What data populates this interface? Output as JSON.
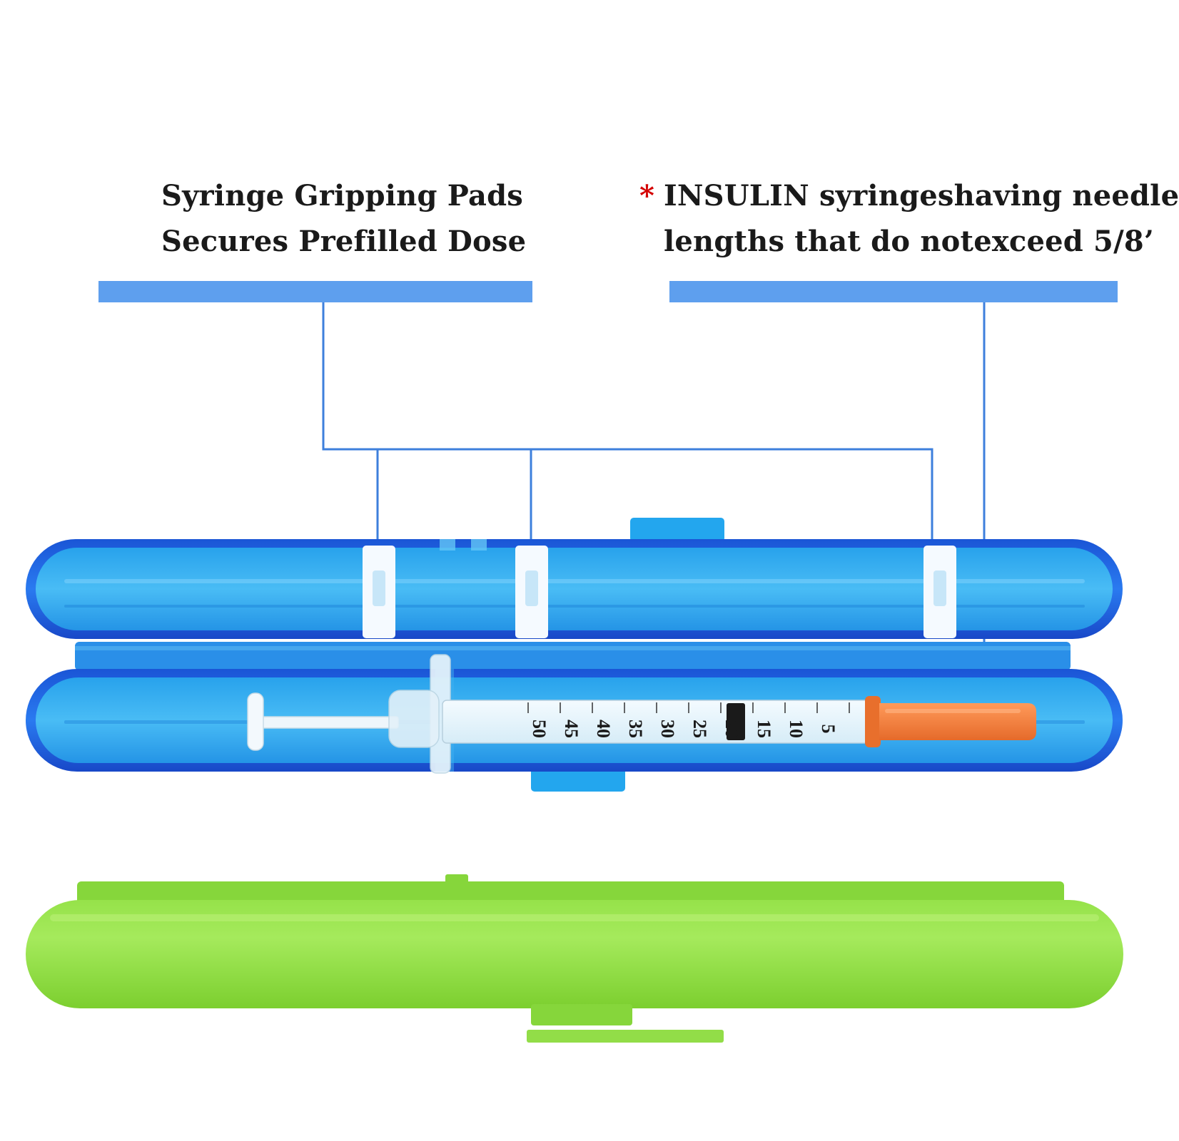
{
  "annotations": {
    "left": {
      "line1": "Syringe Gripping Pads",
      "line2": "Secures Prefilled Dose"
    },
    "right": {
      "asterisk": "*",
      "line1": "INSULIN syringeshaving needle",
      "line2": "lengths that do notexceed 5/8’"
    }
  },
  "syringe": {
    "scale_labels": [
      "5",
      "10",
      "15",
      "20",
      "25",
      "30",
      "35",
      "40",
      "45",
      "50"
    ]
  },
  "colors": {
    "callout": "#5e9fee",
    "blue_case": "#1f6fe8",
    "blue_inner": "#2aa4ec",
    "green_case": "#8ddc3c",
    "needle_cap": "#f07a38",
    "asterisk": "#d40000"
  }
}
